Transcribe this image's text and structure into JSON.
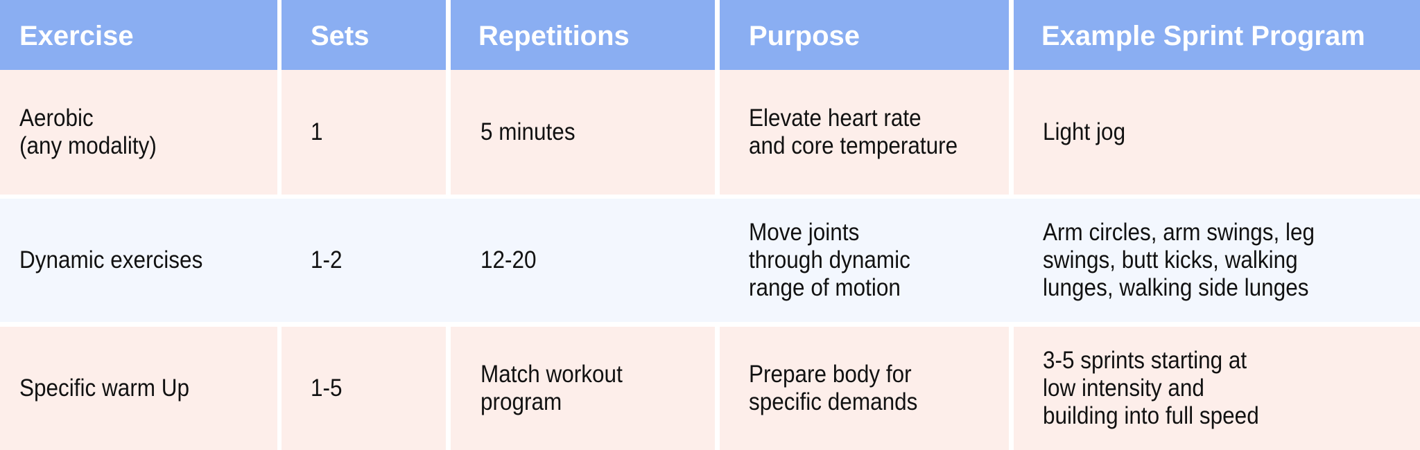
{
  "table": {
    "headers": [
      "Exercise",
      "Sets",
      "Repetitions",
      "Purpose",
      "Example Sprint Program"
    ],
    "rows": [
      {
        "exercise": "Aerobic\n(any modality)",
        "sets": "1",
        "repetitions": "5 minutes",
        "purpose": "Elevate heart rate\nand core temperature",
        "example": "Light jog"
      },
      {
        "exercise": "Dynamic exercises",
        "sets": "1-2",
        "repetitions": "12-20",
        "purpose": "Move joints\nthrough dynamic\nrange of motion",
        "example": "Arm circles, arm swings, leg\nswings, butt kicks, walking\nlunges, walking side lunges"
      },
      {
        "exercise": "Specific warm Up",
        "sets": "1-5",
        "repetitions": "Match workout\nprogram",
        "purpose": "Prepare body for\nspecific demands",
        "example": "3-5 sprints starting at\nlow intensity and\nbuilding into full speed"
      }
    ]
  },
  "colors": {
    "header_bg": "#8aaef2",
    "header_text": "#ffffff",
    "row_odd_bg": "#fdeeea",
    "row_even_bg": "#f3f7fe",
    "body_text": "#111111"
  }
}
